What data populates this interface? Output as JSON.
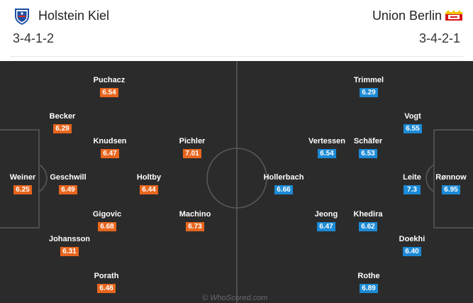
{
  "home": {
    "name": "Holstein Kiel",
    "formation": "3-4-1-2",
    "crest": "holstein-kiel-crest",
    "rating_color": "#e8661e",
    "players": [
      {
        "name": "Weiner",
        "rating": "6.25"
      },
      {
        "name": "Becker",
        "rating": "6.29"
      },
      {
        "name": "Geschwill",
        "rating": "6.49"
      },
      {
        "name": "Johansson",
        "rating": "6.31"
      },
      {
        "name": "Puchacz",
        "rating": "6.54"
      },
      {
        "name": "Knudsen",
        "rating": "6.47"
      },
      {
        "name": "Gigovic",
        "rating": "6.68"
      },
      {
        "name": "Porath",
        "rating": "6.48"
      },
      {
        "name": "Holtby",
        "rating": "6.44"
      },
      {
        "name": "Pichler",
        "rating": "7.01"
      },
      {
        "name": "Machino",
        "rating": "6.73"
      }
    ]
  },
  "away": {
    "name": "Union Berlin",
    "formation": "3-4-2-1",
    "crest": "union-berlin-crest",
    "rating_color": "#1c8ad6",
    "players": [
      {
        "name": "Rønnow",
        "rating": "6.95"
      },
      {
        "name": "Vogt",
        "rating": "6.55"
      },
      {
        "name": "Leite",
        "rating": "7.3"
      },
      {
        "name": "Doekhi",
        "rating": "6.40"
      },
      {
        "name": "Trimmel",
        "rating": "6.29"
      },
      {
        "name": "Schäfer",
        "rating": "6.53"
      },
      {
        "name": "Khedira",
        "rating": "6.62"
      },
      {
        "name": "Rothe",
        "rating": "6.89"
      },
      {
        "name": "Vertessen",
        "rating": "6.54"
      },
      {
        "name": "Jeong",
        "rating": "6.47"
      },
      {
        "name": "Hollerbach",
        "rating": "6.66"
      }
    ]
  },
  "watermark": "© WhoScored.com",
  "colors": {
    "pitch": "#2b2b2b",
    "lines": "#5a5a5a"
  }
}
